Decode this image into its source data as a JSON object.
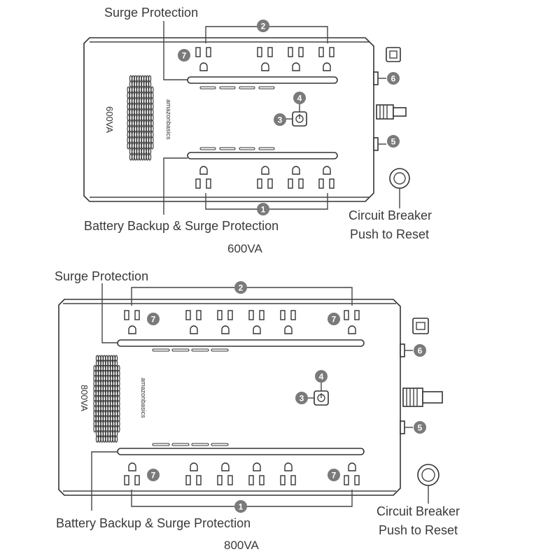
{
  "unit_600": {
    "top_label": "Surge Protection",
    "bottom_label": "Battery Backup & Surge Protection",
    "caption": "600VA",
    "model_mark": "600VA",
    "brand": "amazonbasics",
    "breaker_line1": "Circuit Breaker",
    "breaker_line2": "Push to Reset"
  },
  "unit_800": {
    "top_label": "Surge Protection",
    "bottom_label": "Battery Backup & Surge Protection",
    "caption": "800VA",
    "model_mark": "800VA",
    "brand": "amazonbasics",
    "breaker_line1": "Circuit Breaker",
    "breaker_line2": "Push to Reset"
  },
  "callouts": {
    "n1": "1",
    "n2": "2",
    "n3": "3",
    "n4": "4",
    "n5": "5",
    "n6": "6",
    "n7": "7"
  },
  "colors": {
    "line": "#333333",
    "callout": "#7a7a7a",
    "text": "#3a3a3a"
  }
}
